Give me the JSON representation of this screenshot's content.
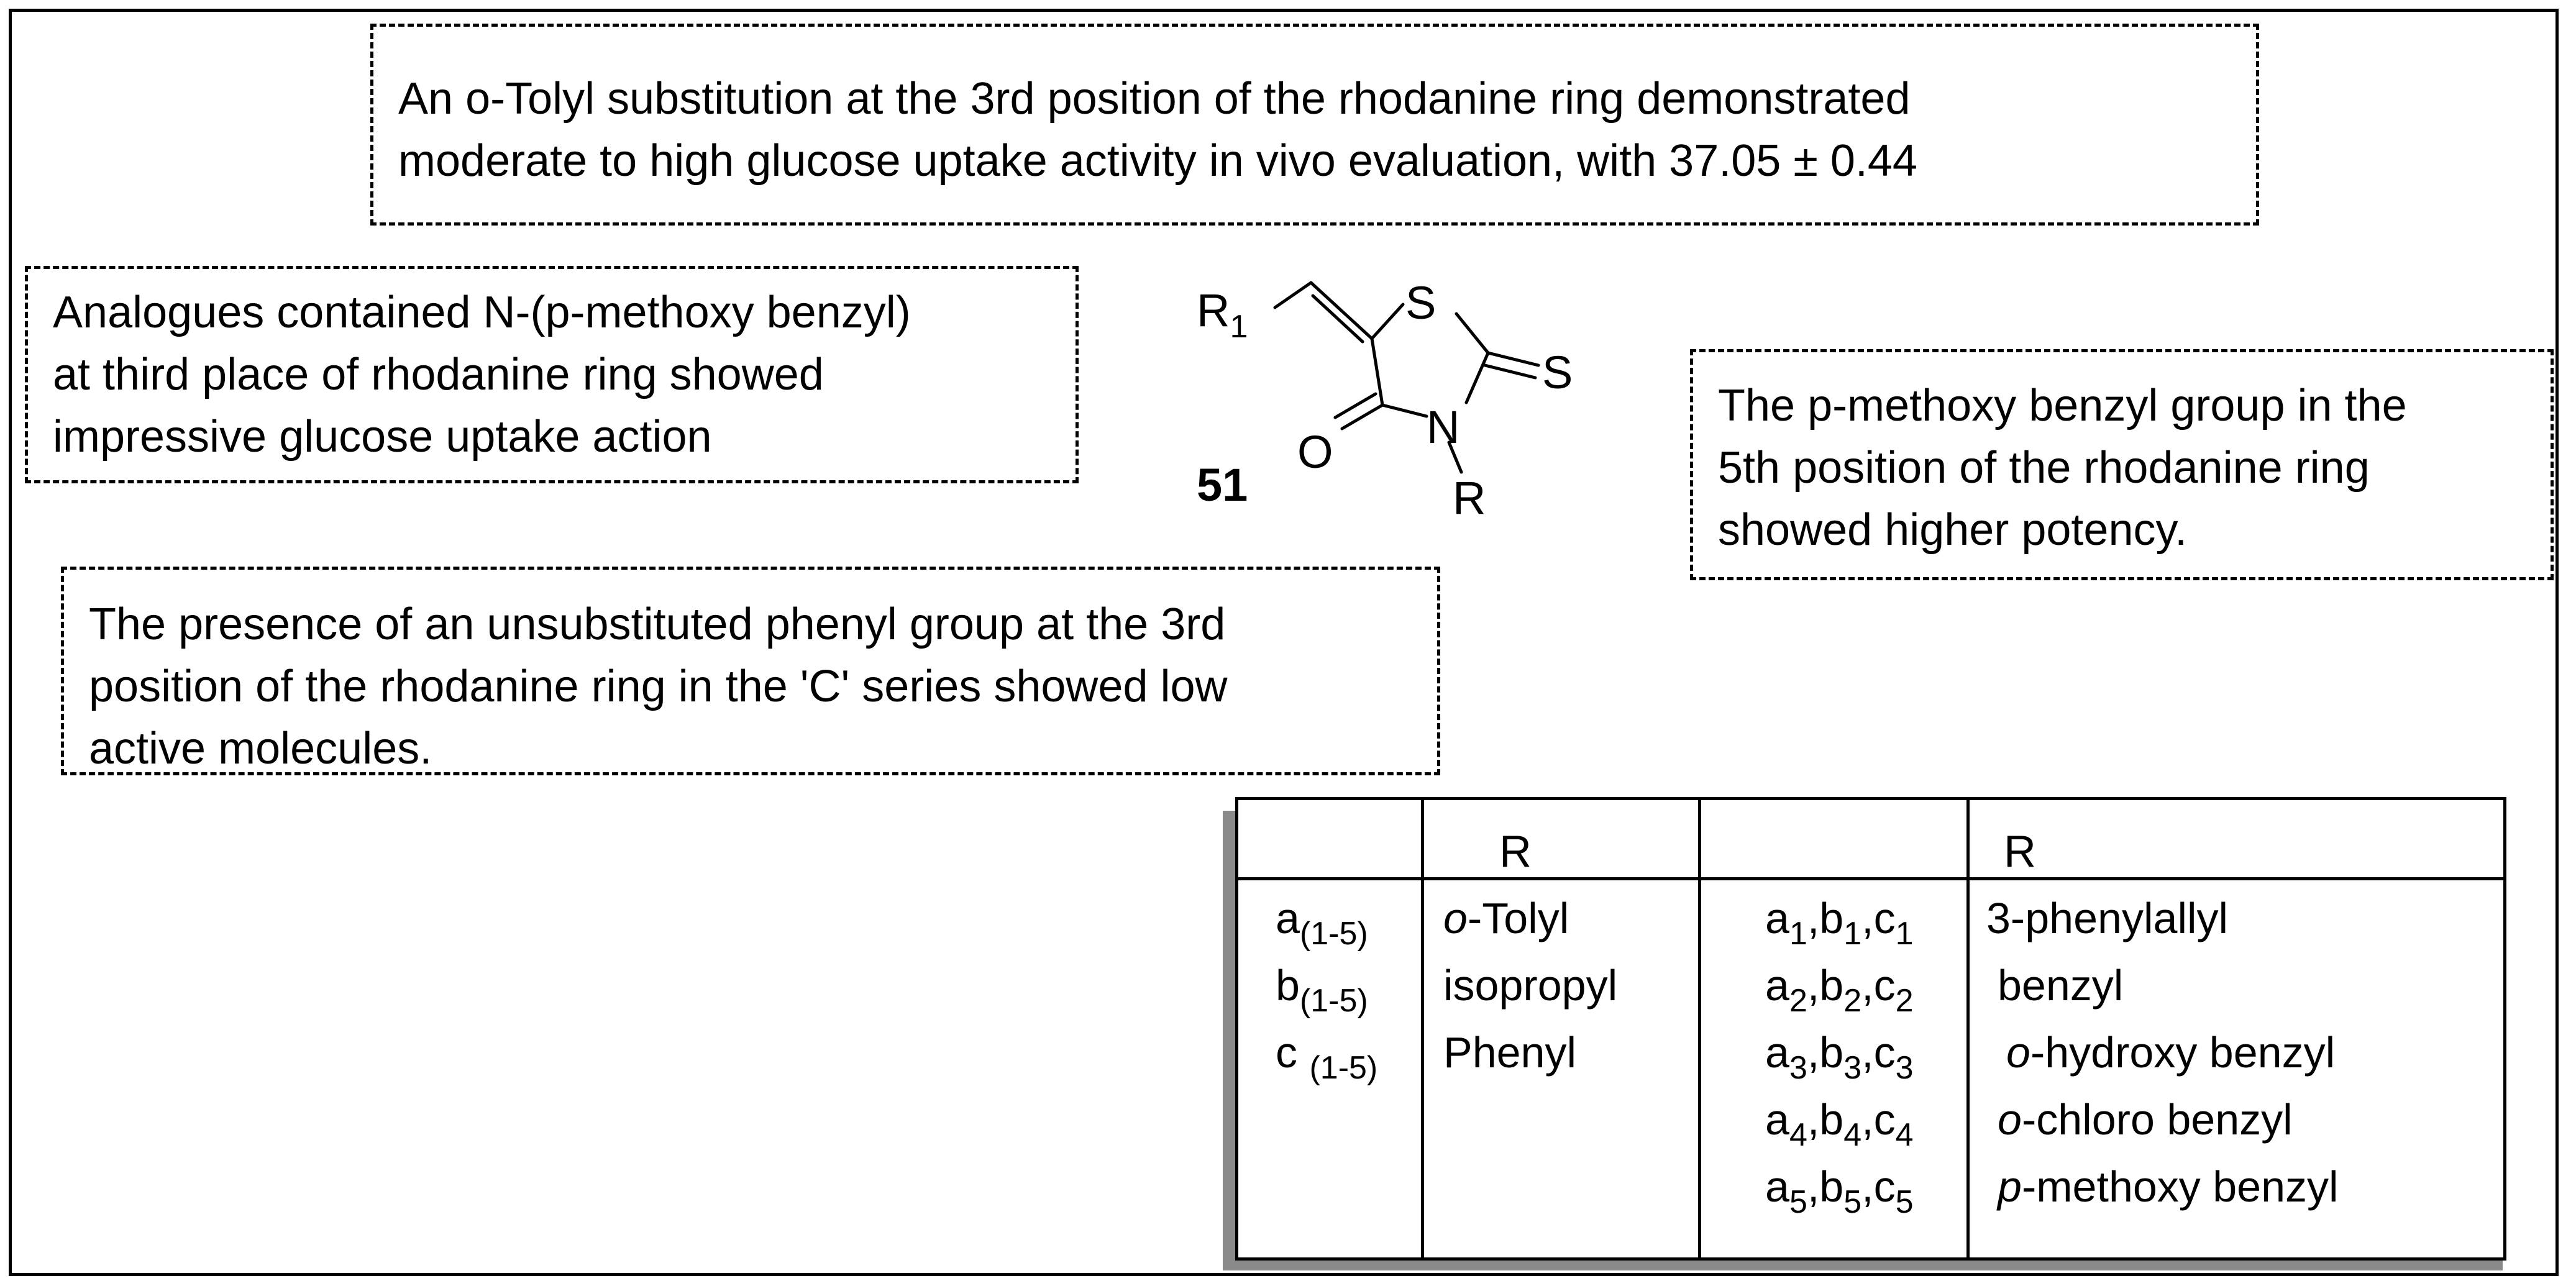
{
  "notes": {
    "top": {
      "lines": [
        "An o-Tolyl substitution at the 3rd position of the rhodanine ring demonstrated",
        "moderate to high glucose uptake activity in vivo evaluation, with 37.05 ± 0.44"
      ]
    },
    "left": {
      "lines": [
        "Analogues contained N-(p-methoxy benzyl)",
        "at third place of rhodanine ring showed",
        "impressive glucose uptake action"
      ]
    },
    "right": {
      "lines": [
        "The p-methoxy benzyl group in the",
        "5th position of the rhodanine ring",
        "showed higher potency."
      ]
    },
    "lower": {
      "lines": [
        "The presence of an unsubstituted phenyl group at the 3rd",
        "position of the rhodanine ring in the 'C' series showed low",
        "active molecules."
      ]
    }
  },
  "structure": {
    "compound_number": "51",
    "atom_labels": {
      "r1_main": "R",
      "r1_sub": "1",
      "ring_s": "S",
      "thione_s": "S",
      "ring_n": "N",
      "carbonyl_o": "O",
      "n_substituent": "R"
    }
  },
  "table": {
    "header_r_left": "R",
    "header_r_right": "R",
    "series": [
      {
        "letter": "a",
        "range": "(1-5)",
        "r": "o-Tolyl",
        "r_prefix": "o",
        "r_rest": "-Tolyl"
      },
      {
        "letter": "b",
        "range": "(1-5)",
        "r": "isopropyl",
        "r_prefix": "",
        "r_rest": "isopropyl"
      },
      {
        "letter": "c ",
        "range": "(1-5)",
        "r": "Phenyl",
        "r_prefix": "",
        "r_rest": "Phenyl"
      }
    ],
    "compounds": [
      {
        "index": "1",
        "r_prefix": "",
        "r_rest": "3-phenylallyl"
      },
      {
        "index": "2",
        "r_prefix": "",
        "r_rest": "benzyl"
      },
      {
        "index": "3",
        "r_prefix": "o",
        "r_rest": "-hydroxy benzyl"
      },
      {
        "index": "4",
        "r_prefix": "o",
        "r_rest": "-chloro benzyl"
      },
      {
        "index": "5",
        "r_prefix": "p",
        "r_rest": "-methoxy benzyl"
      }
    ]
  }
}
